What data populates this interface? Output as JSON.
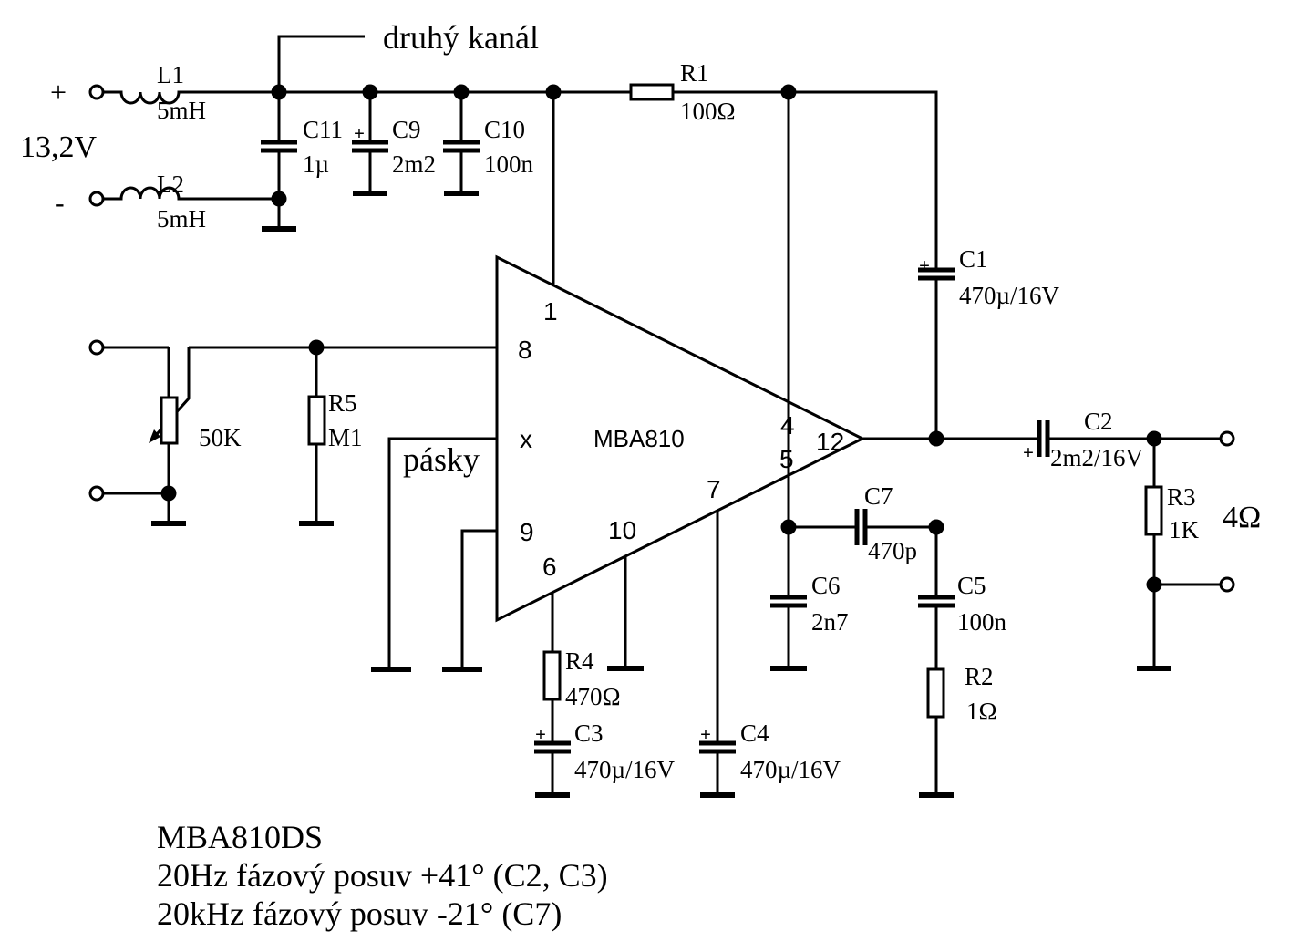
{
  "colors": {
    "ink": "#000000",
    "background": "#ffffff"
  },
  "power": {
    "plus": "+",
    "minus": "-",
    "voltage": "13,2V"
  },
  "labels": {
    "second_channel": "druhý kanál",
    "tape_input": "pásky",
    "load_impedance": "4Ω"
  },
  "ic": {
    "name": "MBA810",
    "pins": {
      "p1": "1",
      "p8": "8",
      "px": "x",
      "p9": "9",
      "p6": "6",
      "p10": "10",
      "p7": "7",
      "p4": "4",
      "p5": "5",
      "p12": "12"
    }
  },
  "components": {
    "L1": {
      "ref": "L1",
      "value": "5mH"
    },
    "L2": {
      "ref": "L2",
      "value": "5mH"
    },
    "C11": {
      "ref": "C11",
      "value": "1µ"
    },
    "C9": {
      "ref": "C9",
      "value": "2m2",
      "polarity": "+"
    },
    "C10": {
      "ref": "C10",
      "value": "100n"
    },
    "R1": {
      "ref": "R1",
      "value": "100Ω"
    },
    "C1": {
      "ref": "C1",
      "value": "470µ/16V",
      "polarity": "+"
    },
    "POT": {
      "value": "50K"
    },
    "R5": {
      "ref": "R5",
      "value": "M1"
    },
    "C7": {
      "ref": "C7",
      "value": "470p"
    },
    "C6": {
      "ref": "C6",
      "value": "2n7"
    },
    "C5": {
      "ref": "C5",
      "value": "100n"
    },
    "C2": {
      "ref": "C2",
      "value": "2m2/16V",
      "polarity": "+"
    },
    "R3": {
      "ref": "R3",
      "value": "1K"
    },
    "R2": {
      "ref": "R2",
      "value": "1Ω"
    },
    "R4": {
      "ref": "R4",
      "value": "470Ω"
    },
    "C3": {
      "ref": "C3",
      "value": "470µ/16V",
      "polarity": "+"
    },
    "C4": {
      "ref": "C4",
      "value": "470µ/16V",
      "polarity": "+"
    }
  },
  "notes": [
    "MBA810DS",
    "20Hz fázový posuv +41° (C2, C3)",
    "20kHz fázový posuv -21° (C7)"
  ]
}
